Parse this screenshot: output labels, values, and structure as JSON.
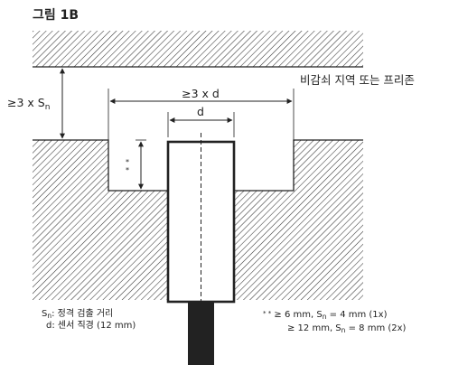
{
  "figure": {
    "title": "그림 1B",
    "clearance_label": "비감쇠 지역 또는 프리존",
    "dim_vertical_sn": "≥3 x S",
    "dim_vertical_sn_sub": "n",
    "dim_horizontal_d3": "≥3 x d",
    "dim_diameter": "d",
    "recess_marker": "* *"
  },
  "legend_left": {
    "line1_sym": "S",
    "line1_sub": "n",
    "line1_text": ": 정격 검출 거리",
    "line2": "d: 센서 직경 (12 mm)"
  },
  "legend_right": {
    "line1_prefix": "* *",
    "line1_a": " ≥ 6 mm, S",
    "line1_sub": "n",
    "line1_b": " = 4 mm (1x)",
    "line2_a": "≥ 12 mm, S",
    "line2_sub": "n",
    "line2_b": " = 8 mm (2x)"
  },
  "colors": {
    "line": "#222222",
    "hatch": "#333333",
    "background": "#ffffff"
  }
}
